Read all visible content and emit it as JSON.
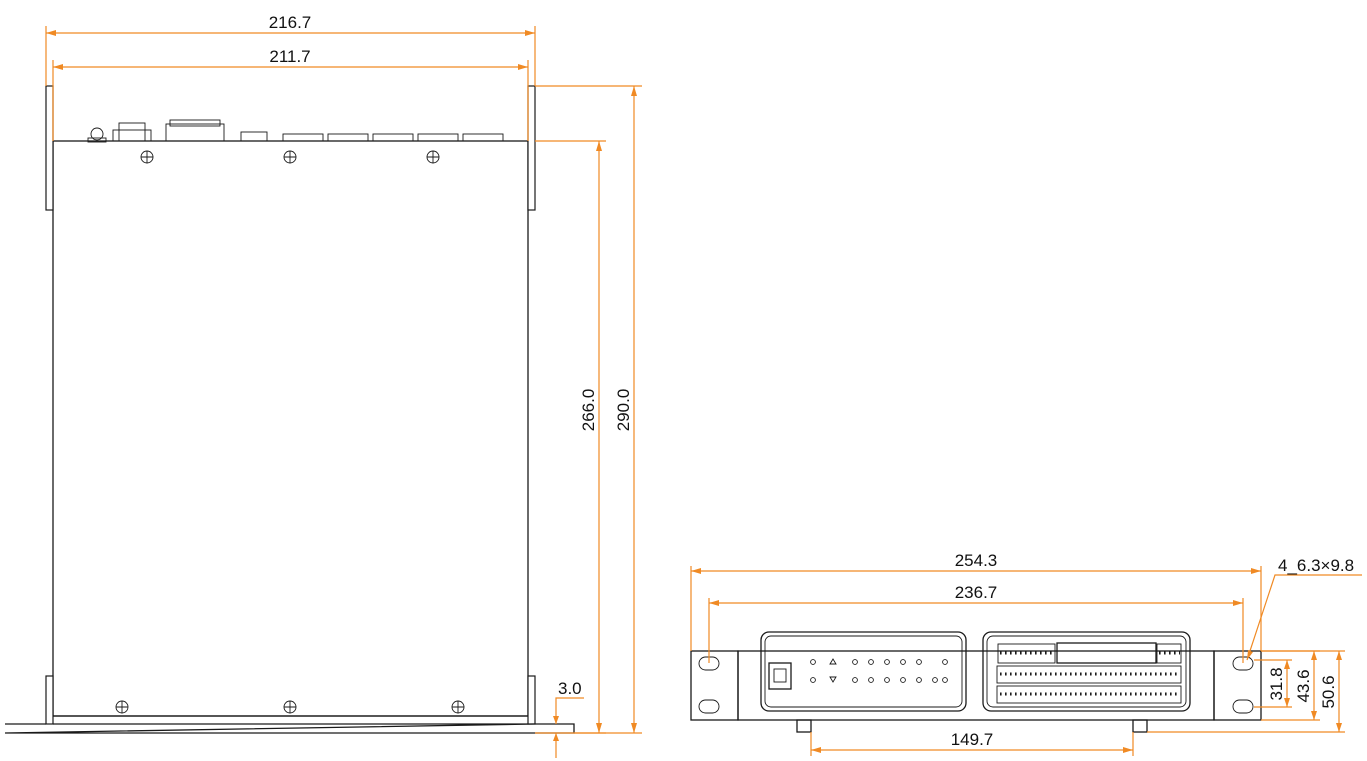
{
  "top_view": {
    "overall_width": "216.7",
    "inner_width": "211.7",
    "overall_depth": "290.0",
    "body_depth": "266.0",
    "flange_thickness": "3.0"
  },
  "front_view": {
    "overall_width": "254.3",
    "hole_spacing": "236.7",
    "hole_callout": "4_6.3×9.8",
    "foot_spacing": "149.7",
    "hole_vertical_spacing": "31.8",
    "body_height": "43.6",
    "overall_height": "50.6"
  },
  "colors": {
    "dimension": "#f08a24",
    "outline": "#1a1a1a"
  }
}
